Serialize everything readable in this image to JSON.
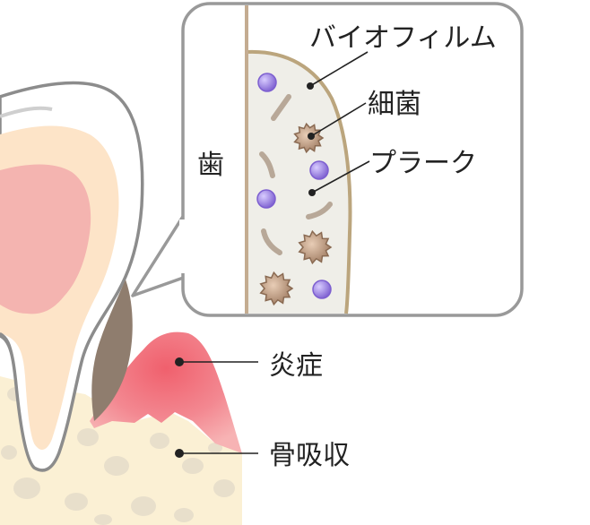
{
  "labels": {
    "tooth": "歯",
    "biofilm": "バイオフィルム",
    "bacteria": "細菌",
    "plaque": "プラーク",
    "inflammation": "炎症",
    "bone_resorption": "骨吸収"
  },
  "colors": {
    "tooth_outline": "#8c8c8c",
    "enamel": "#ffffff",
    "dentin": "#fde4c8",
    "pulp": "#f4b4b0",
    "tartar": "#8f7d6e",
    "gum": "#f0737d",
    "gum_light": "#f6a6a8",
    "bone": "#fbf0d4",
    "bone_spot": "#e8dfcb",
    "callout_border": "#999999",
    "plaque_fill": "#efeee8",
    "biofilm_border": "#bba57d",
    "tooth_surface": "#c4ac91",
    "bacteria_purple": "#8c6fd8",
    "bacteria_brown": "#a07c62",
    "rod": "#b8a898"
  }
}
